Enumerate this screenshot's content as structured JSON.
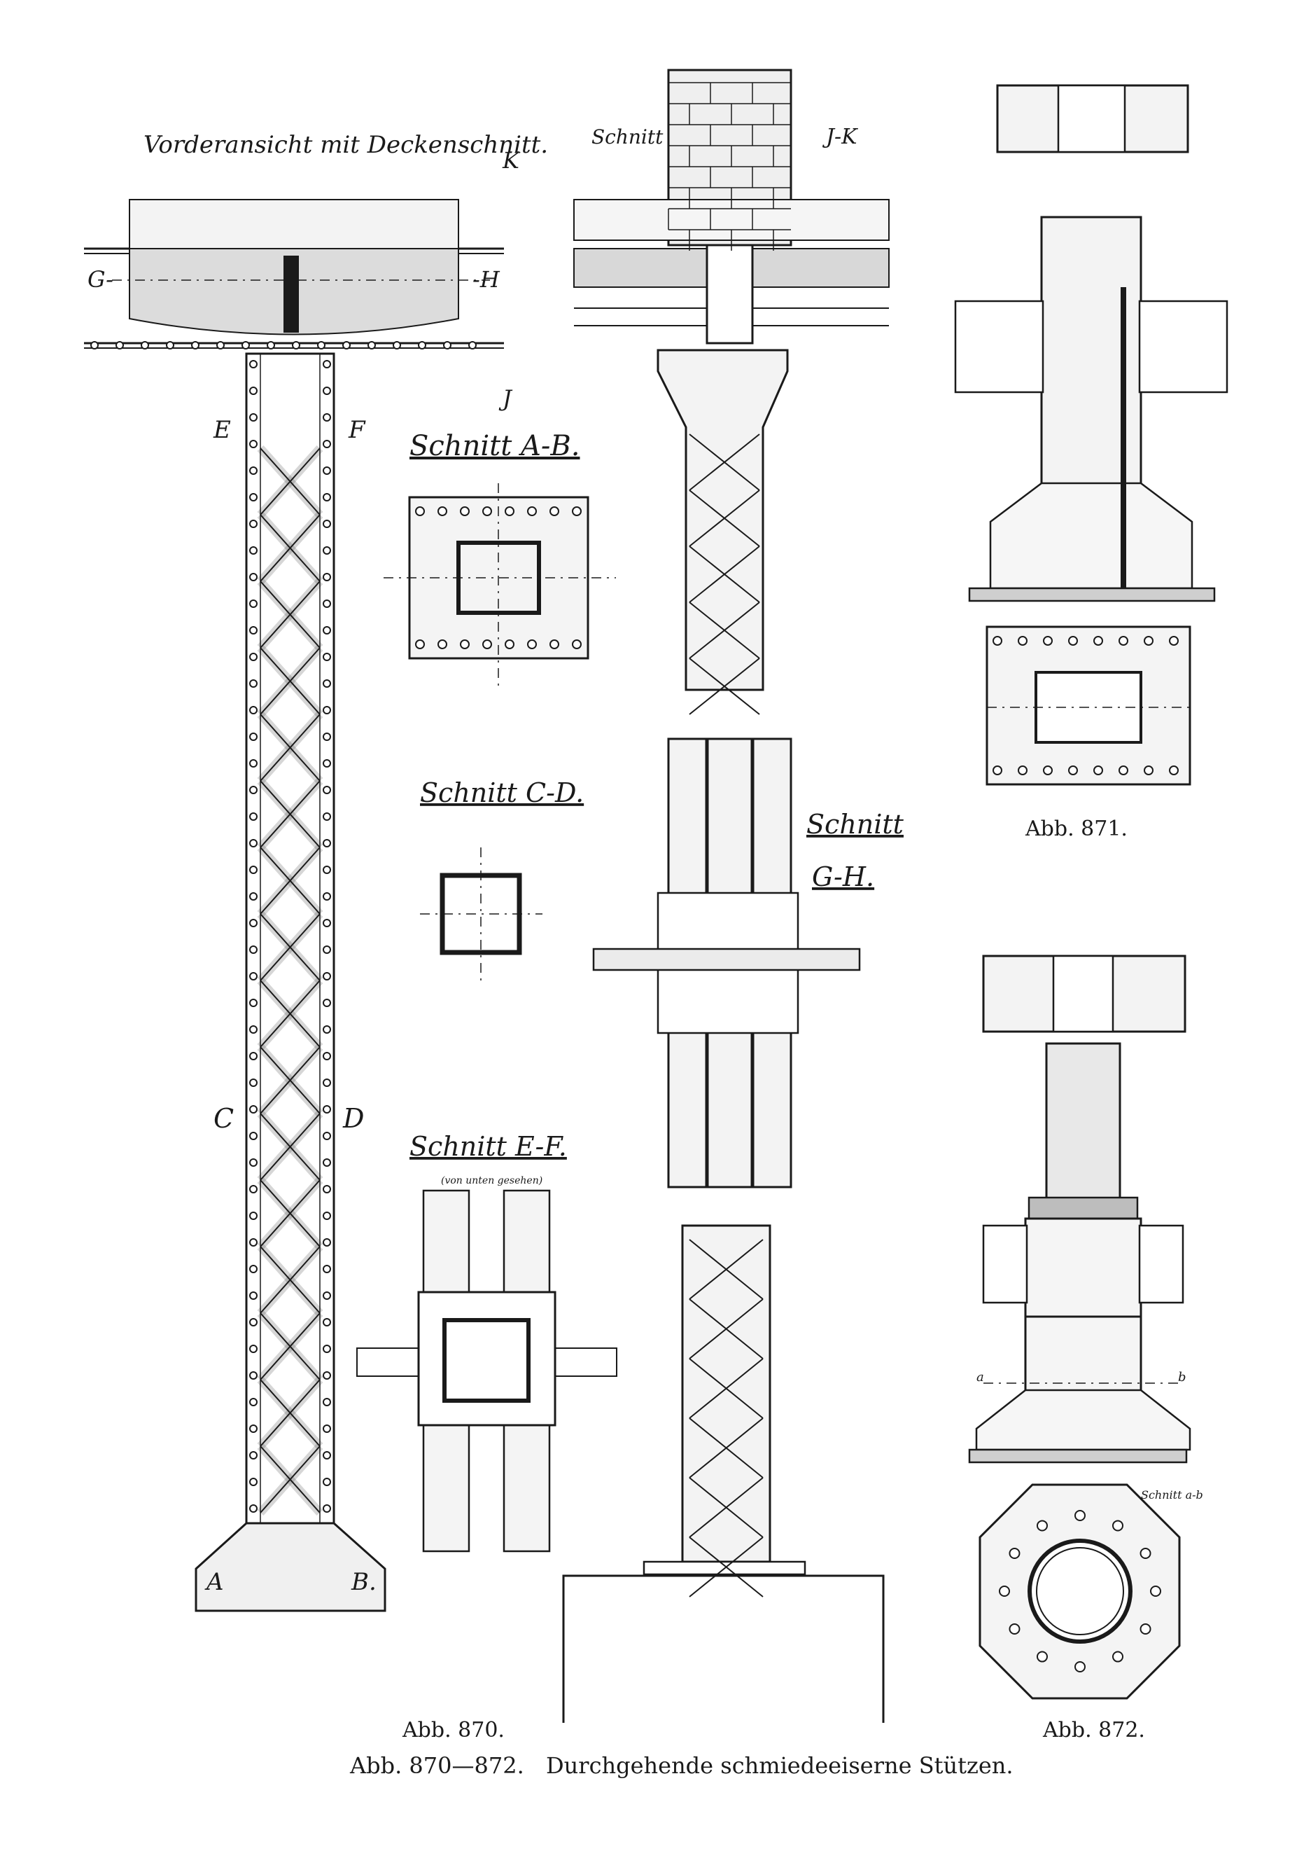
{
  "headings": {
    "front_view": "Vorderansicht mit Deckenschnitt.",
    "section_cut_label": "Schnitt",
    "cut_ih": "J-K"
  },
  "sections": {
    "ab": "Schnitt A-B.",
    "cd": "Schnitt C-D.",
    "ef": "Schnitt E-F.",
    "ef_note": "(von unten gesehen)",
    "gh_line1": "Schnitt",
    "gh_line2": "G-H.",
    "ab_small": "Schnitt a-b"
  },
  "markers": {
    "g": "G-",
    "h": "-H",
    "k": "K",
    "j": "J",
    "e": "E",
    "f": "F",
    "c": "C",
    "d": "D",
    "a": "A",
    "b": "B.",
    "a_small": "a",
    "b_small": "b"
  },
  "figures": {
    "abb870": "Abb. 870.",
    "abb871": "Abb. 871.",
    "abb872": "Abb. 872."
  },
  "caption": {
    "ref": "Abb. 870—872.",
    "title": "Durchgehende schmiedeeiserne Stützen."
  }
}
